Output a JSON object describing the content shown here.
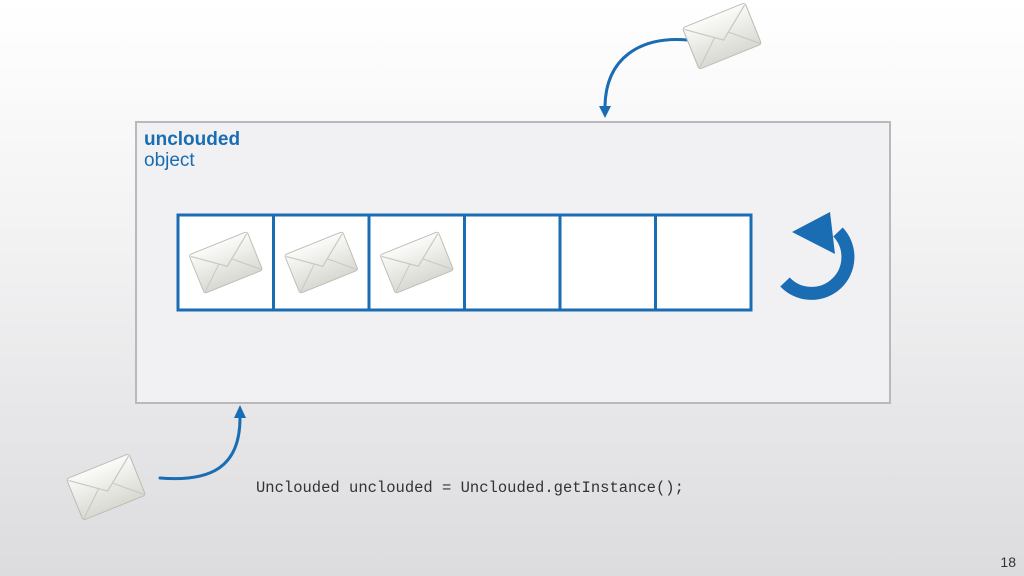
{
  "object": {
    "title_bold": "unclouded",
    "title_sub": "object"
  },
  "queue": {
    "slots": [
      {
        "has_message": true
      },
      {
        "has_message": true
      },
      {
        "has_message": true
      },
      {
        "has_message": false
      },
      {
        "has_message": false
      },
      {
        "has_message": false
      }
    ]
  },
  "code": "Unclouded unclouded = Unclouded.getInstance();",
  "slide_number": "18",
  "colors": {
    "accent": "#1a6db3",
    "box_border": "#b9b9bd",
    "box_fill": "#f1f1f3"
  },
  "icons": {
    "message": "envelope-icon",
    "cycle": "circular-arrow-icon"
  }
}
